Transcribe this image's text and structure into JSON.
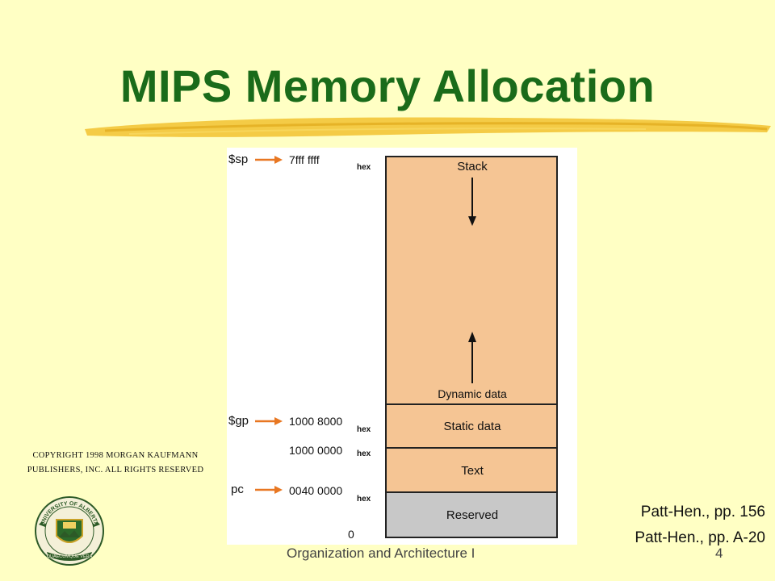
{
  "slide": {
    "title": "MIPS Memory Allocation",
    "footer": "Organization and Architecture I",
    "page_number": "4",
    "copyright_line1": "COPYRIGHT 1998 MORGAN KAUFMANN",
    "copyright_line2": "PUBLISHERS, INC. ALL RIGHTS RESERVED",
    "ref1": "Patt-Hen., pp. 156",
    "ref2": "Patt-Hen., pp. A-20",
    "logo_text_top": "UNIVERSITY OF ALBERTA",
    "logo_text_bottom": "QUAECUMQUE VERA"
  },
  "diagram": {
    "registers": {
      "sp": "$sp",
      "gp": "$gp",
      "pc": "pc"
    },
    "addresses": {
      "top": "7fff ffff",
      "gp": "1000 8000",
      "static": "1000 0000",
      "text": "0040 0000",
      "zero": "0"
    },
    "hex_label": "hex",
    "segments": {
      "stack": "Stack",
      "dynamic": "Dynamic data",
      "static": "Static data",
      "text": "Text",
      "reserved": "Reserved"
    },
    "colors": {
      "segment_fill": "#f5c594",
      "reserved_fill": "#c8c8c8",
      "pointer_arrow": "#e87722",
      "title": "#1a6b1a"
    }
  }
}
